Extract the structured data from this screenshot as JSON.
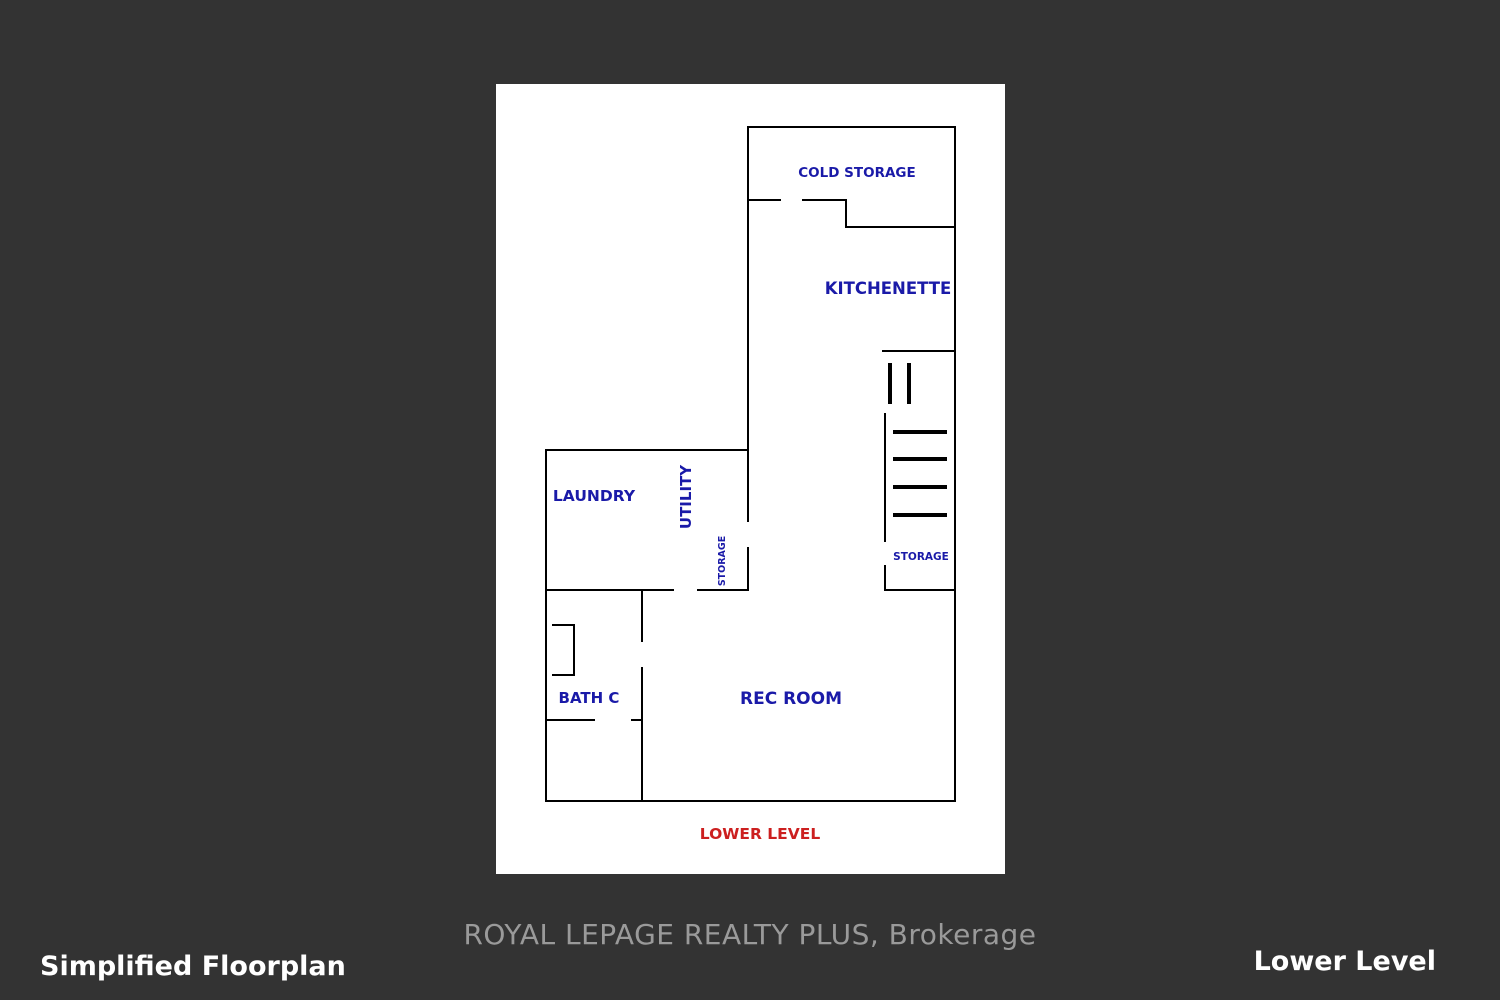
{
  "colors": {
    "background": "#333333",
    "room_label": "#1a1aa8",
    "level_label": "#cc1f1f",
    "walls": "#000000"
  },
  "floorplan": {
    "level_label": "LOWER LEVEL",
    "rooms": {
      "cold_storage": "COLD STORAGE",
      "kitchenette": "KITCHENETTE",
      "laundry": "LAUNDRY",
      "utility": "UTILITY",
      "storage_small": "STORAGE",
      "storage_stairs": "STORAGE",
      "bath": "BATH C",
      "rec_room": "REC ROOM"
    }
  },
  "watermark": "ROYAL LEPAGE REALTY PLUS, Brokerage",
  "captions": {
    "left": "Simplified Floorplan",
    "right": "Lower Level"
  }
}
